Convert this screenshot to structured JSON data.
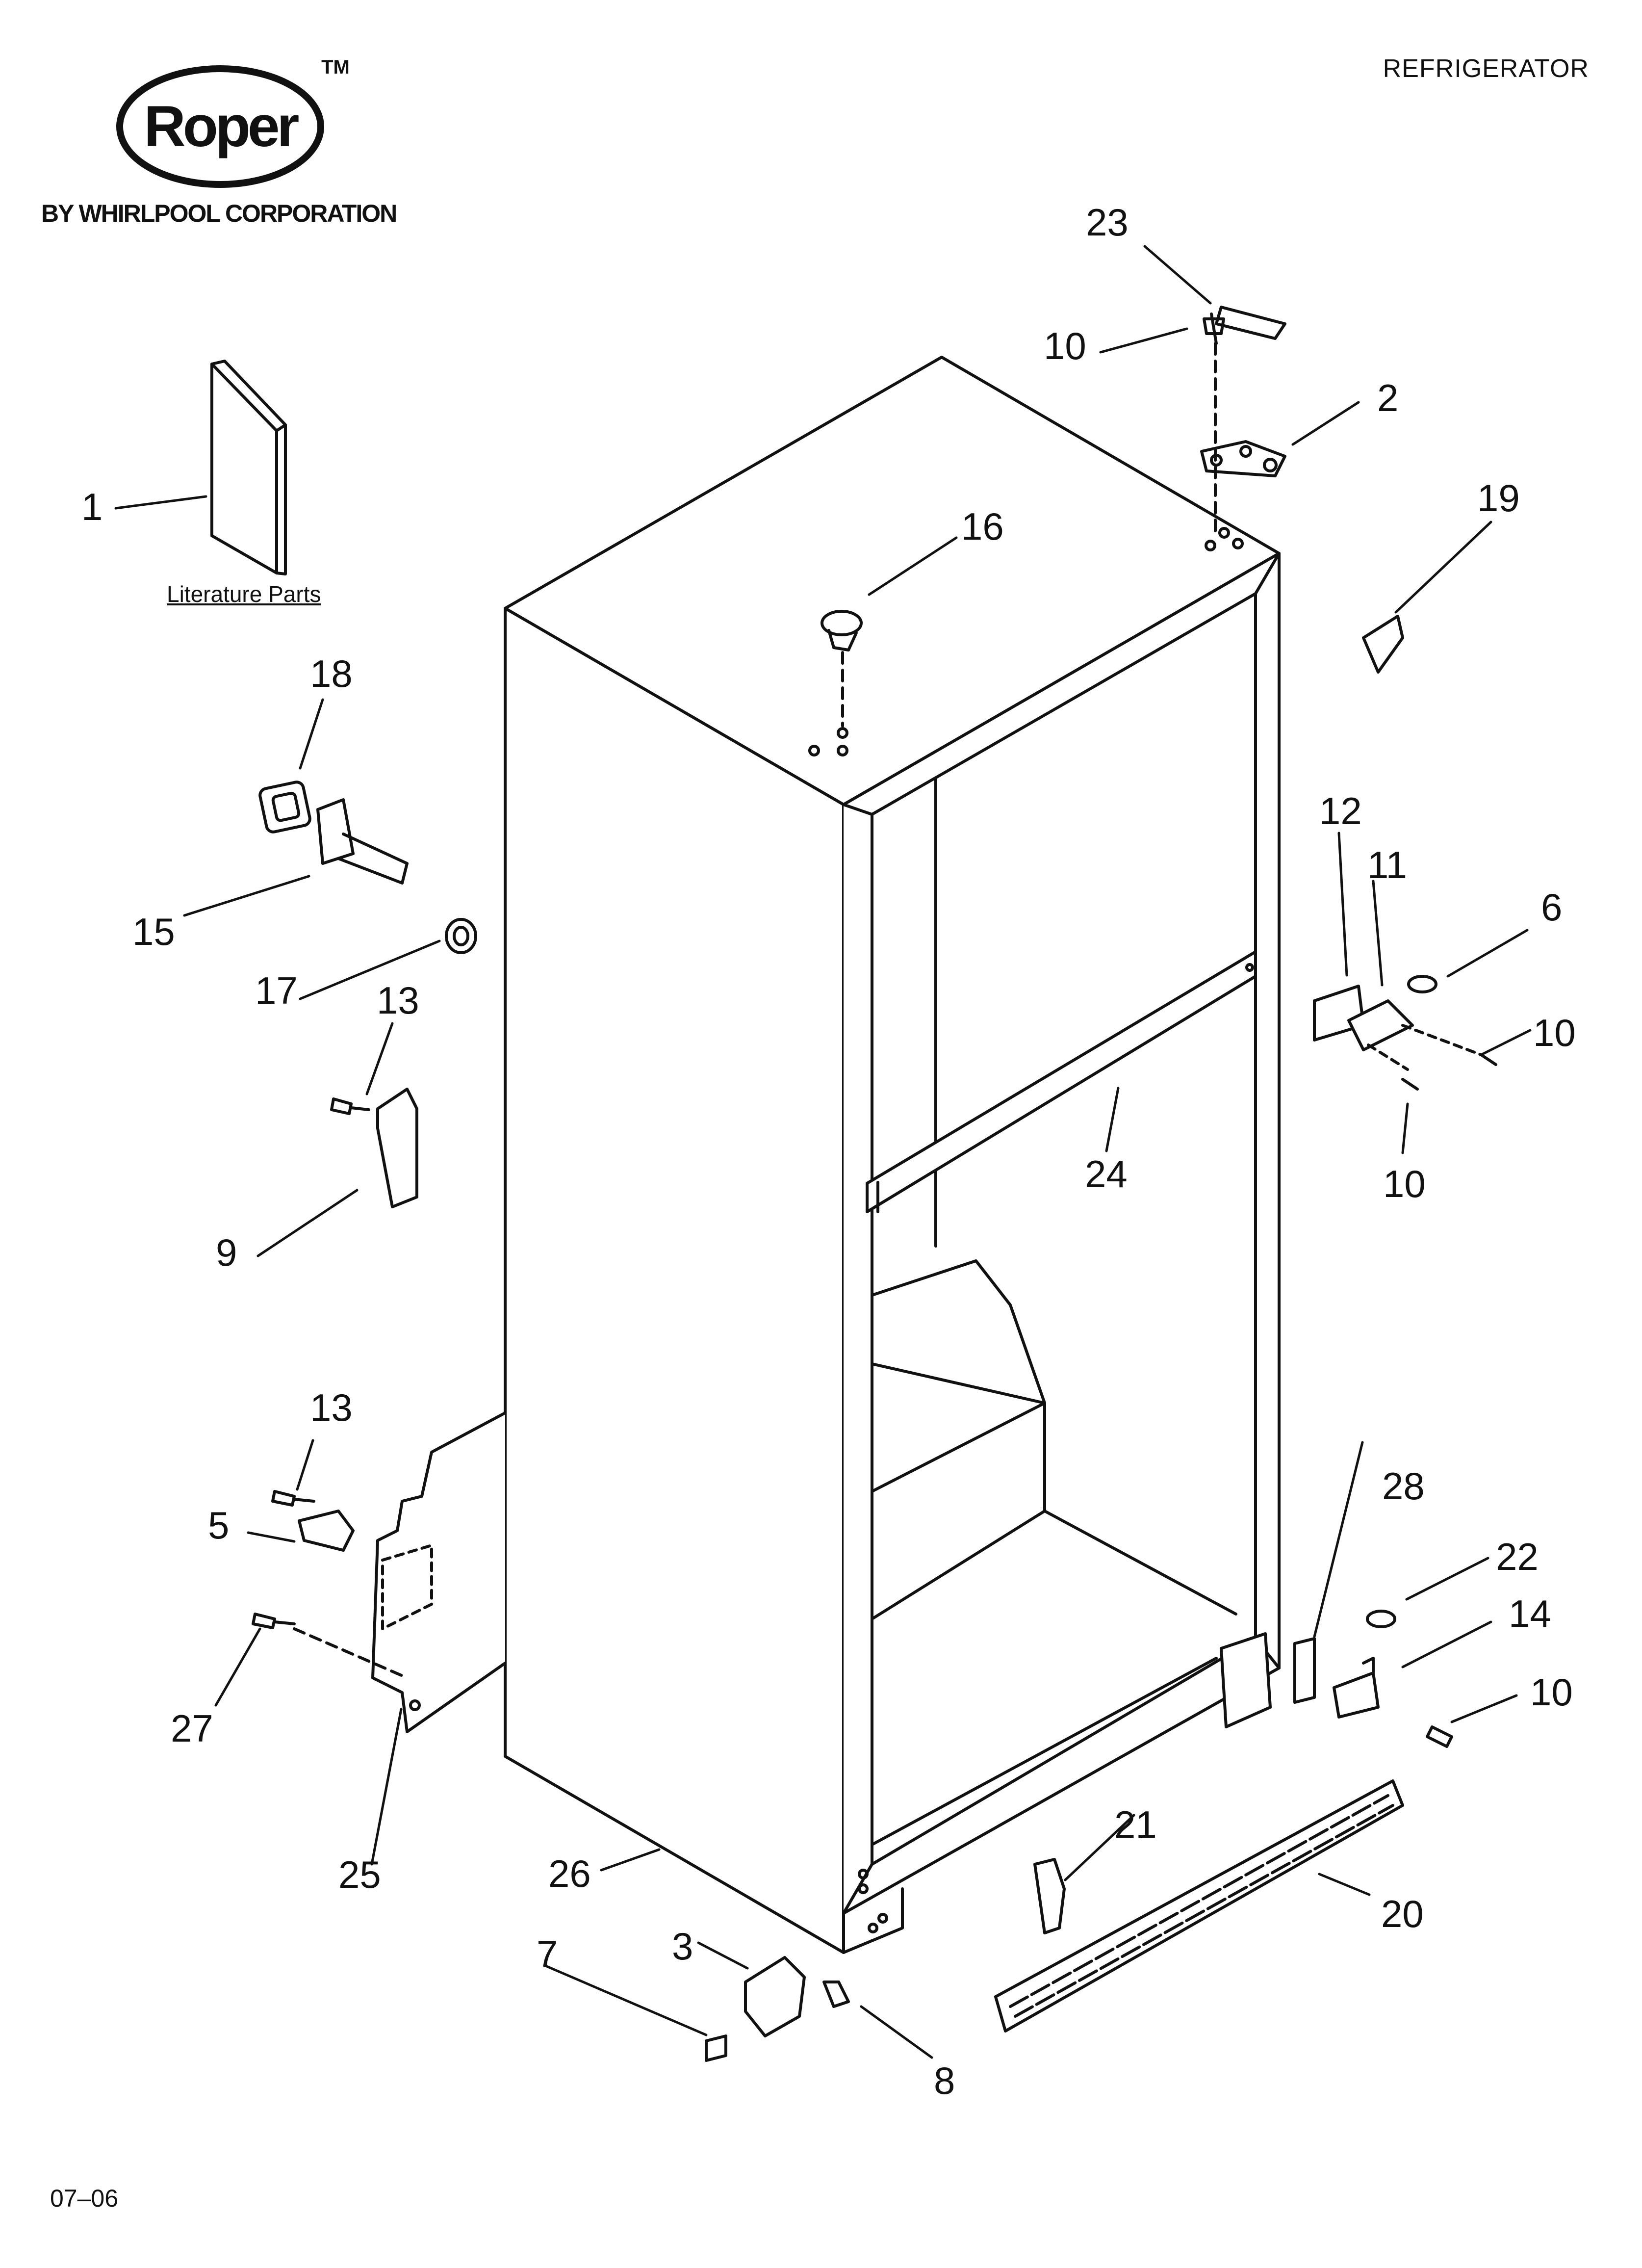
{
  "brand": {
    "name": "Roper",
    "trademark": "TM",
    "subtitle": "BY WHIRLPOOL CORPORATION"
  },
  "document": {
    "title": "REFRIGERATOR",
    "code": "07–06"
  },
  "literature_caption": "Literature Parts",
  "callouts": [
    "1",
    "2",
    "3",
    "5",
    "6",
    "7",
    "8",
    "9",
    "10",
    "10",
    "10",
    "10",
    "10",
    "11",
    "12",
    "13",
    "13",
    "14",
    "15",
    "16",
    "17",
    "18",
    "19",
    "20",
    "21",
    "22",
    "23",
    "24",
    "25",
    "26",
    "27",
    "28"
  ],
  "colors": {
    "ink": "#111111",
    "paper": "#ffffff"
  }
}
